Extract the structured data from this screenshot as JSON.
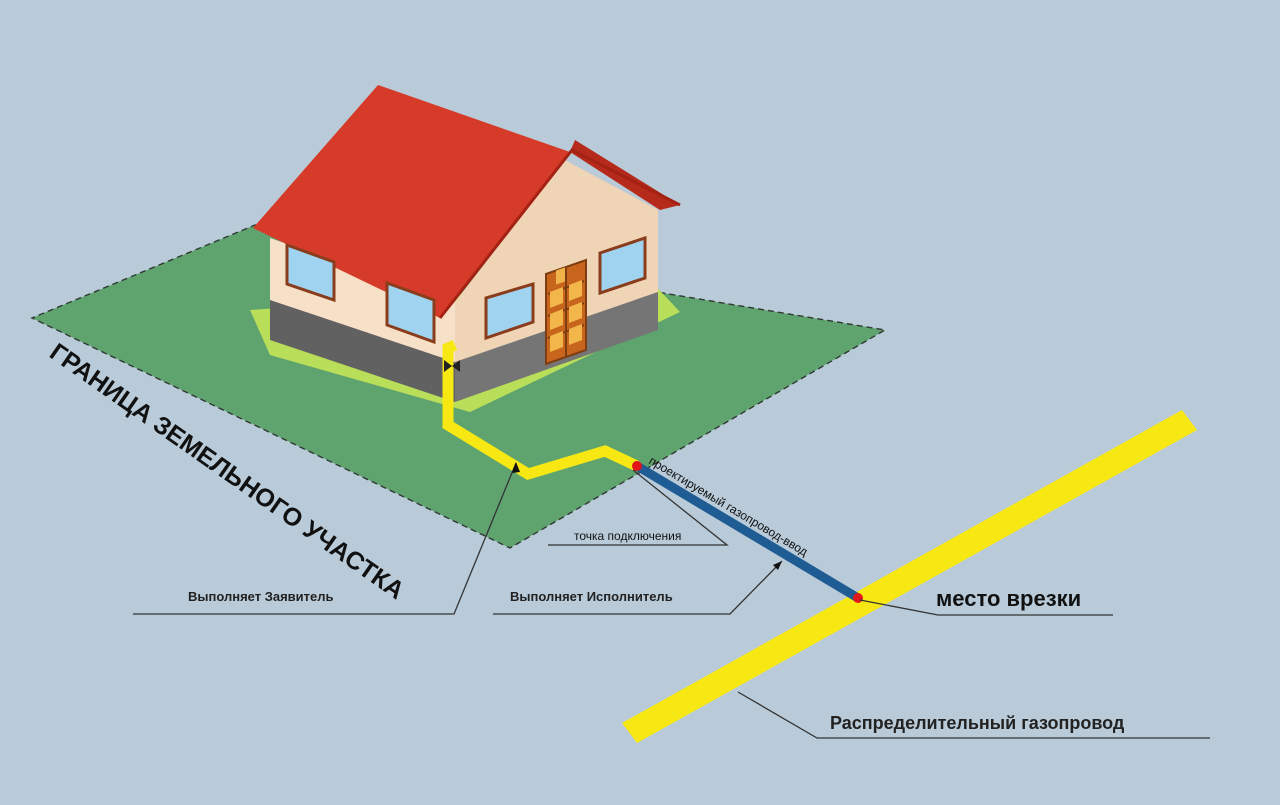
{
  "labels": {
    "plot_boundary": "ГРАНИЦА ЗЕМЕЛЬНОГО УЧАСТКА",
    "connection_point": "точка подключения",
    "designed_pipe": "проектируемый газопровод-ввод",
    "applicant": "Выполняет Заявитель",
    "contractor": "Выполняет Исполнитель",
    "tie_in_place": "место врезки",
    "distribution_pipe": "Распределительный газопровод"
  },
  "colors": {
    "background": "#b9cbd9",
    "lawn": "#5fa36f",
    "roof": "#d53b28",
    "wall": "#f3dcc2",
    "base": "#666666",
    "gas_pipe_yellow": "#f7e813",
    "designed_pipe_blue": "#1f5c93",
    "connection_dot": "#e0161b"
  },
  "icons": {
    "gas_valve": "gas-valve-icon"
  }
}
